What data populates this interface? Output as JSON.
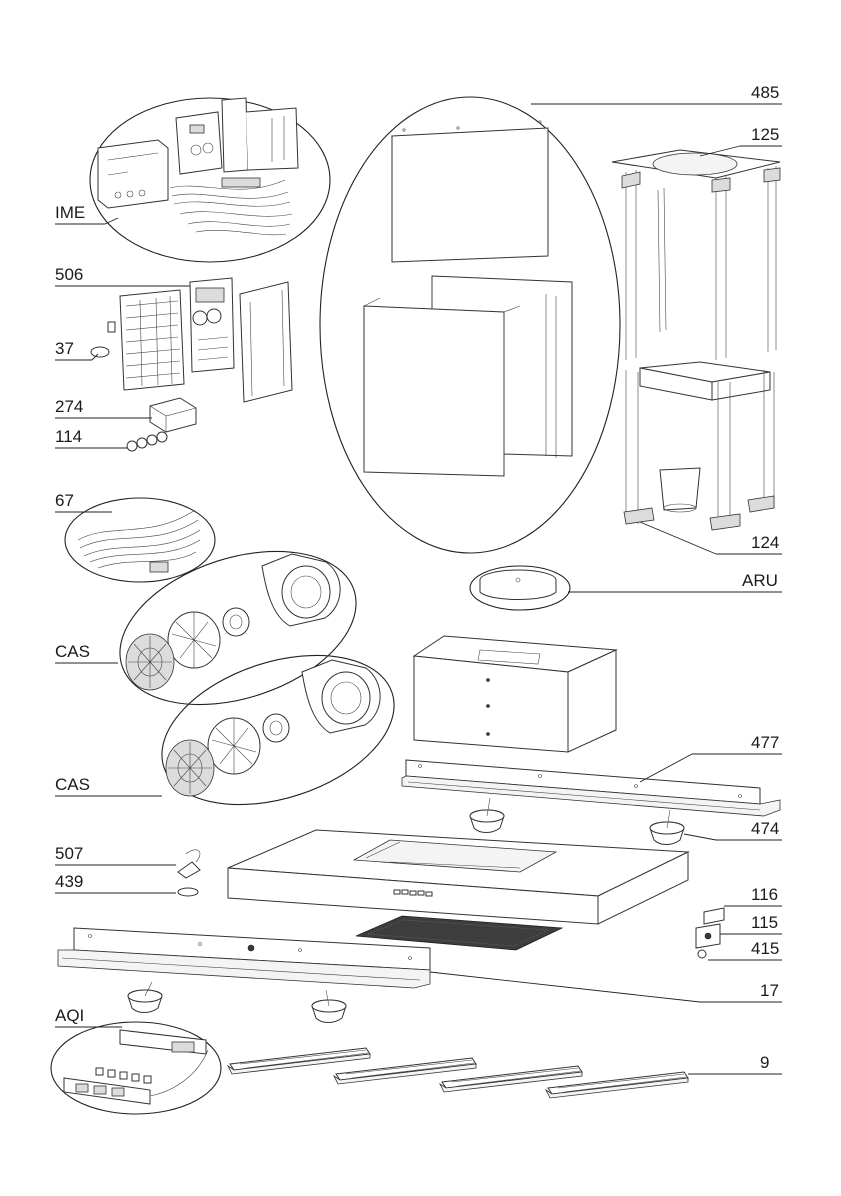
{
  "labels": {
    "ime": "IME",
    "l506": "506",
    "l37": "37",
    "l274": "274",
    "l114": "114",
    "l67": "67",
    "cas1": "CAS",
    "cas2": "CAS",
    "l507": "507",
    "l439": "439",
    "aqi": "AQI",
    "l485": "485",
    "l125": "125",
    "l124": "124",
    "aru": "ARU",
    "l477": "477",
    "l474": "474",
    "l116": "116",
    "l115": "115",
    "l415": "415",
    "l17": "17",
    "l9": "9"
  }
}
